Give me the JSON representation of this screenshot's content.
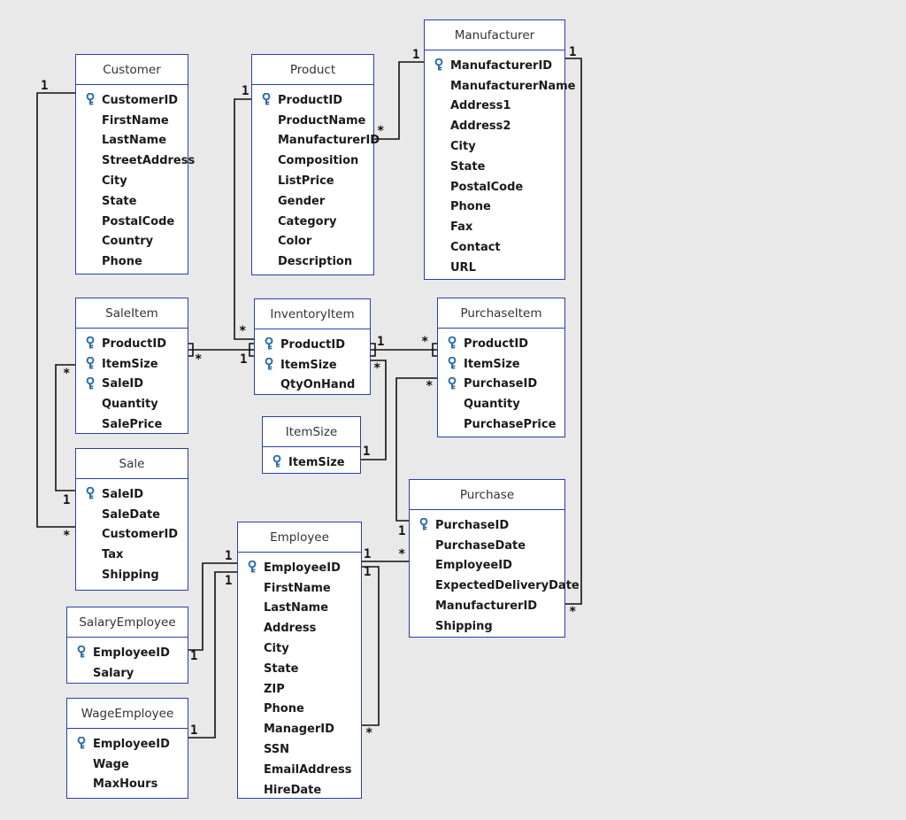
{
  "colors": {
    "background": "#e9e9e9",
    "entity_border": "#2b3fa8",
    "key_icon": "#2f6fa8"
  },
  "entities": {
    "customer": {
      "title": "Customer",
      "attributes": [
        {
          "name": "CustomerID",
          "key": true
        },
        {
          "name": "FirstName"
        },
        {
          "name": "LastName"
        },
        {
          "name": "StreetAddress"
        },
        {
          "name": "City"
        },
        {
          "name": "State"
        },
        {
          "name": "PostalCode"
        },
        {
          "name": "Country"
        },
        {
          "name": "Phone"
        }
      ]
    },
    "product": {
      "title": "Product",
      "attributes": [
        {
          "name": "ProductID",
          "key": true
        },
        {
          "name": "ProductName"
        },
        {
          "name": "ManufacturerID"
        },
        {
          "name": "Composition"
        },
        {
          "name": "ListPrice"
        },
        {
          "name": "Gender"
        },
        {
          "name": "Category"
        },
        {
          "name": "Color"
        },
        {
          "name": "Description"
        }
      ]
    },
    "manufacturer": {
      "title": "Manufacturer",
      "attributes": [
        {
          "name": "ManufacturerID",
          "key": true
        },
        {
          "name": "ManufacturerName"
        },
        {
          "name": "Address1"
        },
        {
          "name": "Address2"
        },
        {
          "name": "City"
        },
        {
          "name": "State"
        },
        {
          "name": "PostalCode"
        },
        {
          "name": "Phone"
        },
        {
          "name": "Fax"
        },
        {
          "name": "Contact"
        },
        {
          "name": "URL"
        }
      ]
    },
    "saleitem": {
      "title": "SaleItem",
      "attributes": [
        {
          "name": "ProductID",
          "key": true
        },
        {
          "name": "ItemSize",
          "key": true
        },
        {
          "name": "SaleID",
          "key": true
        },
        {
          "name": "Quantity"
        },
        {
          "name": "SalePrice"
        }
      ]
    },
    "inventoryitem": {
      "title": "InventoryItem",
      "attributes": [
        {
          "name": "ProductID",
          "key": true
        },
        {
          "name": "ItemSize",
          "key": true
        },
        {
          "name": "QtyOnHand"
        }
      ]
    },
    "purchaseitem": {
      "title": "PurchaseItem",
      "attributes": [
        {
          "name": "ProductID",
          "key": true
        },
        {
          "name": "ItemSize",
          "key": true
        },
        {
          "name": "PurchaseID",
          "key": true
        },
        {
          "name": "Quantity"
        },
        {
          "name": "PurchasePrice"
        }
      ]
    },
    "itemsize": {
      "title": "ItemSize",
      "attributes": [
        {
          "name": "ItemSize",
          "key": true
        }
      ]
    },
    "sale": {
      "title": "Sale",
      "attributes": [
        {
          "name": "SaleID",
          "key": true
        },
        {
          "name": "SaleDate"
        },
        {
          "name": "CustomerID"
        },
        {
          "name": "Tax"
        },
        {
          "name": "Shipping"
        }
      ]
    },
    "purchase": {
      "title": "Purchase",
      "attributes": [
        {
          "name": "PurchaseID",
          "key": true
        },
        {
          "name": "PurchaseDate"
        },
        {
          "name": "EmployeeID"
        },
        {
          "name": "ExpectedDeliveryDate"
        },
        {
          "name": "ManufacturerID"
        },
        {
          "name": "Shipping"
        }
      ]
    },
    "employee": {
      "title": "Employee",
      "attributes": [
        {
          "name": "EmployeeID",
          "key": true
        },
        {
          "name": "FirstName"
        },
        {
          "name": "LastName"
        },
        {
          "name": "Address"
        },
        {
          "name": "City"
        },
        {
          "name": "State"
        },
        {
          "name": "ZIP"
        },
        {
          "name": "Phone"
        },
        {
          "name": "ManagerID"
        },
        {
          "name": "SSN"
        },
        {
          "name": "EmailAddress"
        },
        {
          "name": "HireDate"
        }
      ]
    },
    "salaryemployee": {
      "title": "SalaryEmployee",
      "attributes": [
        {
          "name": "EmployeeID",
          "key": true
        },
        {
          "name": "Salary"
        }
      ]
    },
    "wageemployee": {
      "title": "WageEmployee",
      "attributes": [
        {
          "name": "EmployeeID",
          "key": true
        },
        {
          "name": "Wage"
        },
        {
          "name": "MaxHours"
        }
      ]
    }
  },
  "relationships": [
    {
      "name": "customer-sale",
      "from": "Customer",
      "to": "Sale",
      "from_card": "1",
      "to_card": "*"
    },
    {
      "name": "product-inventoryitem",
      "from": "Product",
      "to": "InventoryItem",
      "from_card": "1",
      "to_card": "*"
    },
    {
      "name": "manufacturer-product",
      "from": "Manufacturer",
      "to": "Product",
      "from_card": "1",
      "to_card": "*"
    },
    {
      "name": "manufacturer-purchase",
      "from": "Manufacturer",
      "to": "Purchase",
      "from_card": "1",
      "to_card": "*"
    },
    {
      "name": "inventoryitem-saleitem",
      "from": "InventoryItem",
      "to": "SaleItem",
      "from_card": "1",
      "to_card": "*"
    },
    {
      "name": "inventoryitem-purchaseitem",
      "from": "InventoryItem",
      "to": "PurchaseItem",
      "from_card": "1",
      "to_card": "*"
    },
    {
      "name": "itemsize-inventoryitem",
      "from": "ItemSize",
      "to": "InventoryItem",
      "from_card": "1",
      "to_card": "*"
    },
    {
      "name": "sale-saleitem",
      "from": "Sale",
      "to": "SaleItem",
      "from_card": "1",
      "to_card": "*"
    },
    {
      "name": "purchase-purchaseitem",
      "from": "Purchase",
      "to": "PurchaseItem",
      "from_card": "1",
      "to_card": "*"
    },
    {
      "name": "employee-purchase",
      "from": "Employee",
      "to": "Purchase",
      "from_card": "1",
      "to_card": "*"
    },
    {
      "name": "employee-manager",
      "from": "Employee",
      "to": "Employee",
      "from_card": "1",
      "to_card": "*"
    },
    {
      "name": "employee-salaryemployee",
      "from": "Employee",
      "to": "SalaryEmployee",
      "from_card": "1",
      "to_card": "1"
    },
    {
      "name": "employee-wageemployee",
      "from": "Employee",
      "to": "WageEmployee",
      "from_card": "1",
      "to_card": "1"
    }
  ]
}
